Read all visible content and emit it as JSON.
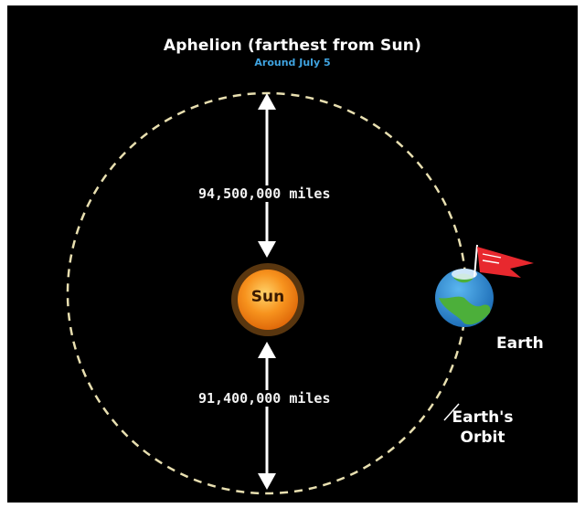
{
  "title": "Aphelion (farthest from Sun)",
  "subtitle": "Around July 5",
  "distance_top": "94,500,000 miles",
  "distance_bottom": "91,400,000 miles",
  "sun_label": "Sun",
  "earth_label": "Earth",
  "orbit_label_line1": "Earth's",
  "orbit_label_line2": "Orbit",
  "colors": {
    "background": "#000000",
    "orbit": "#e8dfb0",
    "sun": "#f7931e",
    "sun_glow": "#ffb347",
    "arrow": "#ffffff",
    "subtitle": "#3fa3e0",
    "flag": "#e8282e",
    "earth_ocean": "#2f8fd8",
    "earth_land": "#4caf3a"
  }
}
